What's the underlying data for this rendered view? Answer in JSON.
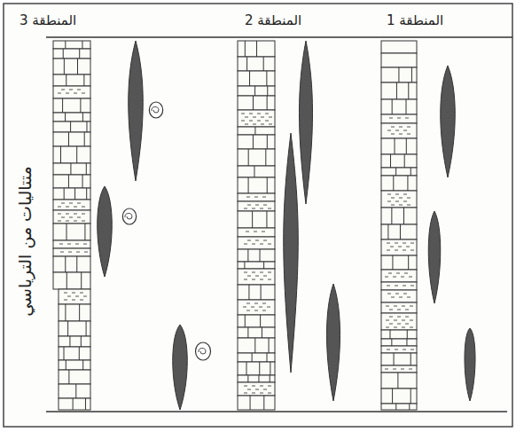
{
  "diagram": {
    "labels": [
      "المنطقة 3",
      "المنطقة 2",
      "المنطقة 1",
      "متتاليات من الترياسي"
    ]
  }
}
